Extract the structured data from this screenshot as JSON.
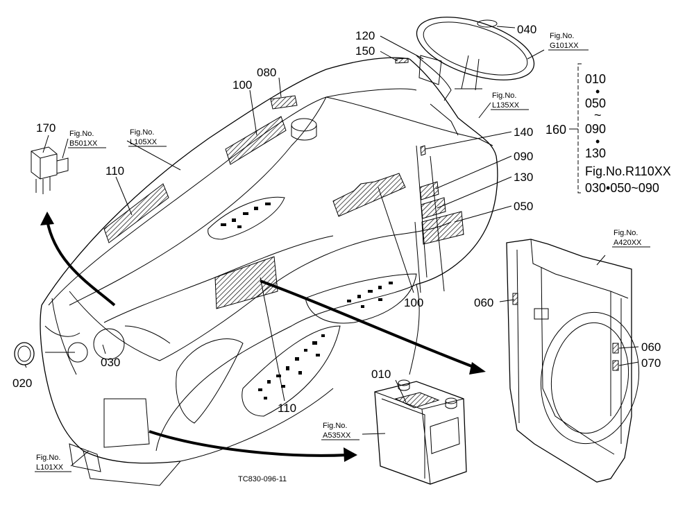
{
  "callouts": [
    {
      "id": "c040",
      "text": "040"
    },
    {
      "id": "c120",
      "text": "120"
    },
    {
      "id": "c150",
      "text": "150"
    },
    {
      "id": "c080",
      "text": "080"
    },
    {
      "id": "c100a",
      "text": "100"
    },
    {
      "id": "c170",
      "text": "170"
    },
    {
      "id": "c110a",
      "text": "110"
    },
    {
      "id": "c140",
      "text": "140"
    },
    {
      "id": "c090",
      "text": "090"
    },
    {
      "id": "c130",
      "text": "130"
    },
    {
      "id": "c050",
      "text": "050"
    },
    {
      "id": "c100b",
      "text": "100"
    },
    {
      "id": "c060a",
      "text": "060"
    },
    {
      "id": "c060b",
      "text": "060"
    },
    {
      "id": "c070",
      "text": "070"
    },
    {
      "id": "c030",
      "text": "030"
    },
    {
      "id": "c020",
      "text": "020"
    },
    {
      "id": "c110b",
      "text": "110"
    },
    {
      "id": "c010",
      "text": "010"
    }
  ],
  "figure_refs": [
    {
      "id": "fG101",
      "label": "Fig.No.",
      "code": "G101XX"
    },
    {
      "id": "fL135",
      "label": "Fig.No.",
      "code": "L135XX"
    },
    {
      "id": "fL105",
      "label": "Fig.No.",
      "code": "L105XX"
    },
    {
      "id": "fB501",
      "label": "Fig.No.",
      "code": "B501XX"
    },
    {
      "id": "fA420",
      "label": "Fig.No.",
      "code": "A420XX"
    },
    {
      "id": "fA535",
      "label": "Fig.No.",
      "code": "A535XX"
    },
    {
      "id": "fL101",
      "label": "Fig.No.",
      "code": "L101XX"
    }
  ],
  "side_list": {
    "label": "160",
    "items": [
      "010",
      "•",
      "050",
      "~",
      "090",
      "•",
      "130",
      "Fig.No.R110XX",
      "030•050~090"
    ]
  },
  "drawing_ref": "TC830-096-11"
}
